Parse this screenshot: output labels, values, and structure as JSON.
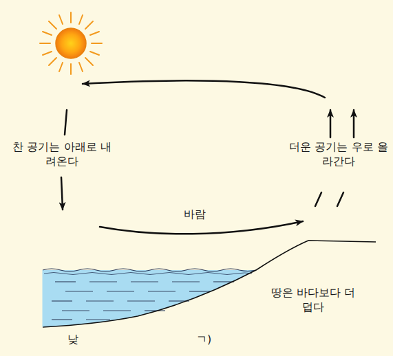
{
  "diagram": {
    "labels": [
      "찬 공기는 아래로 내려온다",
      "더운 공기는 우로 올라간다",
      "바람",
      "땅은 바다보다 더 덥다",
      "낮",
      "ㄱ)"
    ]
  }
}
